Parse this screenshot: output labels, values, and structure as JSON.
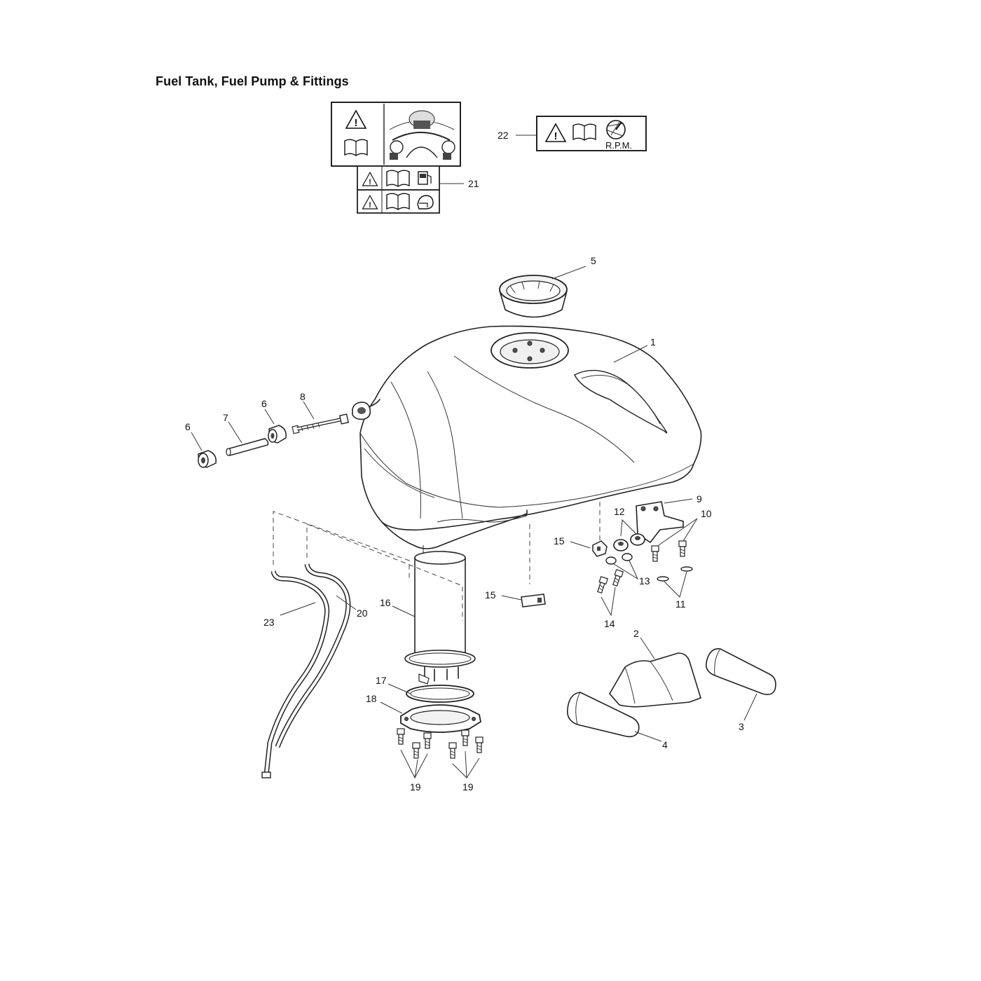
{
  "title": "Fuel Tank, Fuel Pump & Fittings",
  "labels": {
    "rpm": "R.P.M."
  },
  "callouts": [
    {
      "id": "c1",
      "text": "1"
    },
    {
      "id": "c2",
      "text": "2"
    },
    {
      "id": "c3",
      "text": "3"
    },
    {
      "id": "c4",
      "text": "4"
    },
    {
      "id": "c5",
      "text": "5"
    },
    {
      "id": "c6a",
      "text": "6"
    },
    {
      "id": "c6b",
      "text": "6"
    },
    {
      "id": "c7",
      "text": "7"
    },
    {
      "id": "c8",
      "text": "8"
    },
    {
      "id": "c9",
      "text": "9"
    },
    {
      "id": "c10",
      "text": "10"
    },
    {
      "id": "c11",
      "text": "11"
    },
    {
      "id": "c12",
      "text": "12"
    },
    {
      "id": "c13",
      "text": "13"
    },
    {
      "id": "c14",
      "text": "14"
    },
    {
      "id": "c15a",
      "text": "15"
    },
    {
      "id": "c15b",
      "text": "15"
    },
    {
      "id": "c16",
      "text": "16"
    },
    {
      "id": "c17",
      "text": "17"
    },
    {
      "id": "c18",
      "text": "18"
    },
    {
      "id": "c19a",
      "text": "19"
    },
    {
      "id": "c19b",
      "text": "19"
    },
    {
      "id": "c20",
      "text": "20"
    },
    {
      "id": "c21",
      "text": "21"
    },
    {
      "id": "c22",
      "text": "22"
    },
    {
      "id": "c23",
      "text": "23"
    }
  ]
}
